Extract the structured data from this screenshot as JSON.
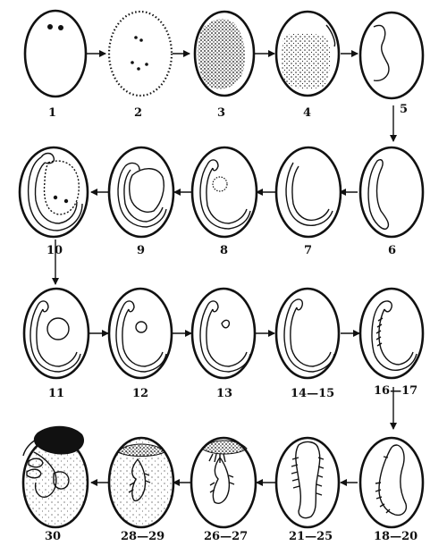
{
  "figure": {
    "stages": [
      {
        "id": "s1",
        "label": "1"
      },
      {
        "id": "s2",
        "label": "2"
      },
      {
        "id": "s3",
        "label": "3"
      },
      {
        "id": "s4",
        "label": "4"
      },
      {
        "id": "s5",
        "label": "5"
      },
      {
        "id": "s6",
        "label": "6"
      },
      {
        "id": "s7",
        "label": "7"
      },
      {
        "id": "s8",
        "label": "8"
      },
      {
        "id": "s9",
        "label": "9"
      },
      {
        "id": "s10",
        "label": "10"
      },
      {
        "id": "s11",
        "label": "11"
      },
      {
        "id": "s12",
        "label": "12"
      },
      {
        "id": "s13",
        "label": "13"
      },
      {
        "id": "s14",
        "label": "14—15"
      },
      {
        "id": "s16",
        "label": "16—17"
      },
      {
        "id": "s18",
        "label": "18—20"
      },
      {
        "id": "s21",
        "label": "21—25"
      },
      {
        "id": "s26",
        "label": "26—27"
      },
      {
        "id": "s28",
        "label": "28—29"
      },
      {
        "id": "s30",
        "label": "30"
      }
    ]
  }
}
